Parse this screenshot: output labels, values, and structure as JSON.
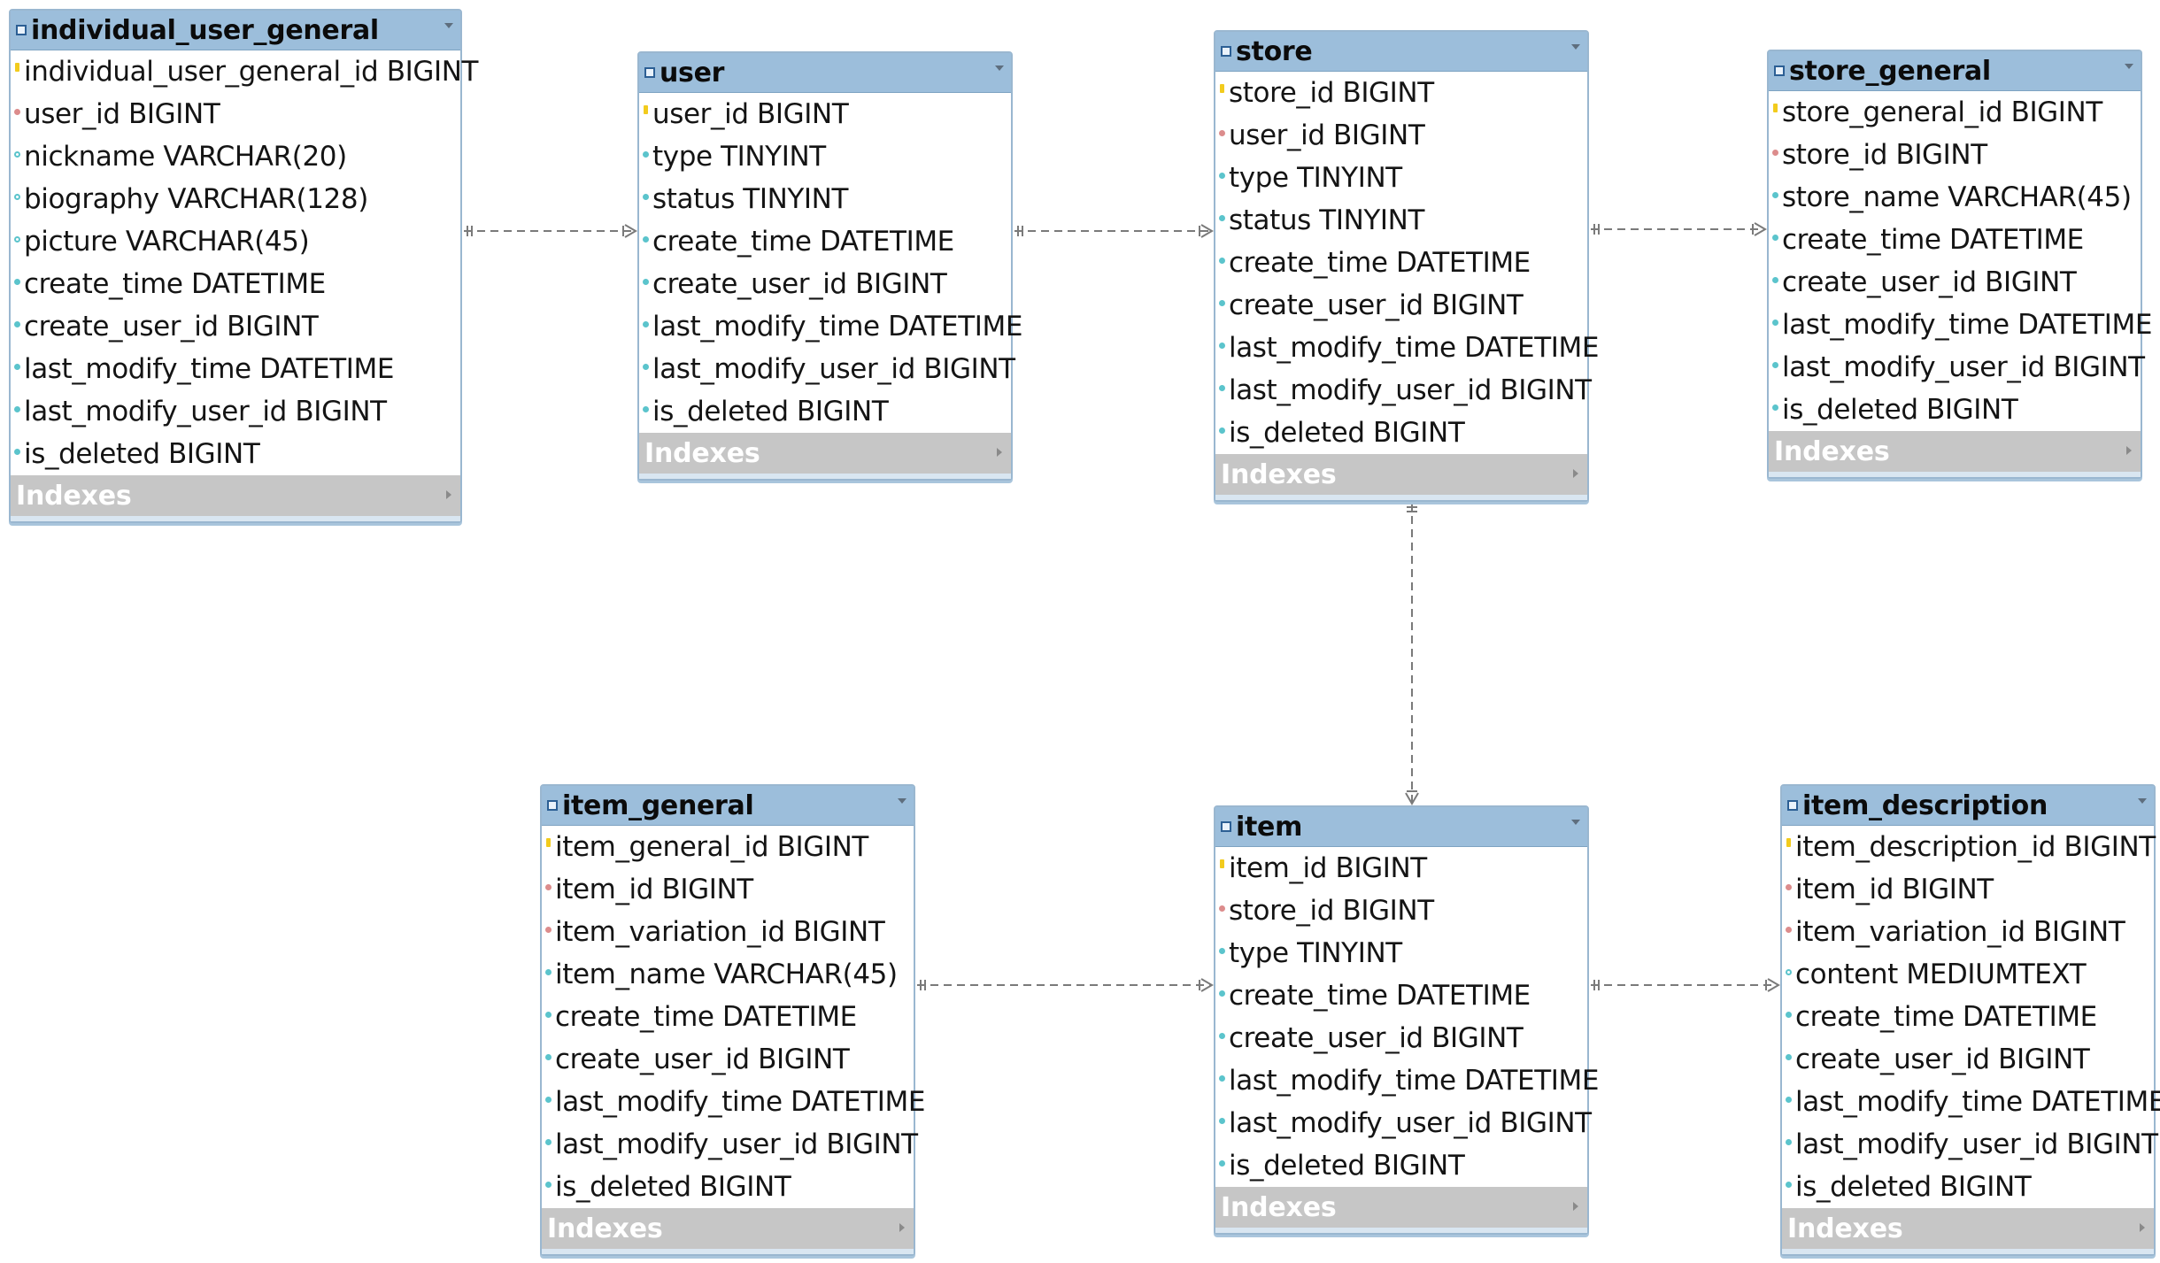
{
  "tables": [
    {
      "name": "individual_user_general",
      "indexes_label": "Indexes",
      "columns": [
        {
          "label": "individual_user_general_id BIGINT",
          "icon": "primary-key-icon"
        },
        {
          "label": "user_id BIGINT",
          "icon": "foreign-key-icon"
        },
        {
          "label": "nickname VARCHAR(20)",
          "icon": "nullable-column-icon"
        },
        {
          "label": "biography VARCHAR(128)",
          "icon": "nullable-column-icon"
        },
        {
          "label": "picture VARCHAR(45)",
          "icon": "nullable-column-icon"
        },
        {
          "label": "create_time DATETIME",
          "icon": "column-icon"
        },
        {
          "label": "create_user_id BIGINT",
          "icon": "column-icon"
        },
        {
          "label": "last_modify_time DATETIME",
          "icon": "column-icon"
        },
        {
          "label": "last_modify_user_id BIGINT",
          "icon": "column-icon"
        },
        {
          "label": "is_deleted BIGINT",
          "icon": "column-icon"
        }
      ]
    },
    {
      "name": "user",
      "indexes_label": "Indexes",
      "columns": [
        {
          "label": "user_id BIGINT",
          "icon": "primary-key-icon"
        },
        {
          "label": "type TINYINT",
          "icon": "column-icon"
        },
        {
          "label": "status TINYINT",
          "icon": "column-icon"
        },
        {
          "label": "create_time DATETIME",
          "icon": "column-icon"
        },
        {
          "label": "create_user_id BIGINT",
          "icon": "column-icon"
        },
        {
          "label": "last_modify_time DATETIME",
          "icon": "column-icon"
        },
        {
          "label": "last_modify_user_id BIGINT",
          "icon": "column-icon"
        },
        {
          "label": "is_deleted BIGINT",
          "icon": "column-icon"
        }
      ]
    },
    {
      "name": "store",
      "indexes_label": "Indexes",
      "columns": [
        {
          "label": "store_id BIGINT",
          "icon": "primary-key-icon"
        },
        {
          "label": "user_id BIGINT",
          "icon": "foreign-key-icon"
        },
        {
          "label": "type TINYINT",
          "icon": "column-icon"
        },
        {
          "label": "status TINYINT",
          "icon": "column-icon"
        },
        {
          "label": "create_time DATETIME",
          "icon": "column-icon"
        },
        {
          "label": "create_user_id BIGINT",
          "icon": "column-icon"
        },
        {
          "label": "last_modify_time DATETIME",
          "icon": "column-icon"
        },
        {
          "label": "last_modify_user_id BIGINT",
          "icon": "column-icon"
        },
        {
          "label": "is_deleted BIGINT",
          "icon": "column-icon"
        }
      ]
    },
    {
      "name": "store_general",
      "indexes_label": "Indexes",
      "columns": [
        {
          "label": "store_general_id BIGINT",
          "icon": "primary-key-icon"
        },
        {
          "label": "store_id BIGINT",
          "icon": "foreign-key-icon"
        },
        {
          "label": "store_name VARCHAR(45)",
          "icon": "column-icon"
        },
        {
          "label": "create_time DATETIME",
          "icon": "column-icon"
        },
        {
          "label": "create_user_id BIGINT",
          "icon": "column-icon"
        },
        {
          "label": "last_modify_time DATETIME",
          "icon": "column-icon"
        },
        {
          "label": "last_modify_user_id BIGINT",
          "icon": "column-icon"
        },
        {
          "label": "is_deleted BIGINT",
          "icon": "column-icon"
        }
      ]
    },
    {
      "name": "item_general",
      "indexes_label": "Indexes",
      "columns": [
        {
          "label": "item_general_id BIGINT",
          "icon": "primary-key-icon"
        },
        {
          "label": "item_id BIGINT",
          "icon": "foreign-key-icon"
        },
        {
          "label": "item_variation_id BIGINT",
          "icon": "foreign-key-icon"
        },
        {
          "label": "item_name VARCHAR(45)",
          "icon": "column-icon"
        },
        {
          "label": "create_time DATETIME",
          "icon": "column-icon"
        },
        {
          "label": "create_user_id BIGINT",
          "icon": "column-icon"
        },
        {
          "label": "last_modify_time DATETIME",
          "icon": "column-icon"
        },
        {
          "label": "last_modify_user_id BIGINT",
          "icon": "column-icon"
        },
        {
          "label": "is_deleted BIGINT",
          "icon": "column-icon"
        }
      ]
    },
    {
      "name": "item",
      "indexes_label": "Indexes",
      "columns": [
        {
          "label": "item_id BIGINT",
          "icon": "primary-key-icon"
        },
        {
          "label": "store_id BIGINT",
          "icon": "foreign-key-icon"
        },
        {
          "label": "type TINYINT",
          "icon": "column-icon"
        },
        {
          "label": "create_time DATETIME",
          "icon": "column-icon"
        },
        {
          "label": "create_user_id BIGINT",
          "icon": "column-icon"
        },
        {
          "label": "last_modify_time DATETIME",
          "icon": "column-icon"
        },
        {
          "label": "last_modify_user_id BIGINT",
          "icon": "column-icon"
        },
        {
          "label": "is_deleted BIGINT",
          "icon": "column-icon"
        }
      ]
    },
    {
      "name": "item_description",
      "indexes_label": "Indexes",
      "columns": [
        {
          "label": "item_description_id BIGINT",
          "icon": "primary-key-icon"
        },
        {
          "label": "item_id BIGINT",
          "icon": "foreign-key-icon"
        },
        {
          "label": "item_variation_id BIGINT",
          "icon": "foreign-key-icon"
        },
        {
          "label": "content MEDIUMTEXT",
          "icon": "nullable-column-icon"
        },
        {
          "label": "create_time DATETIME",
          "icon": "column-icon"
        },
        {
          "label": "create_user_id BIGINT",
          "icon": "column-icon"
        },
        {
          "label": "last_modify_time DATETIME",
          "icon": "column-icon"
        },
        {
          "label": "last_modify_user_id BIGINT",
          "icon": "column-icon"
        },
        {
          "label": "is_deleted BIGINT",
          "icon": "column-icon"
        }
      ]
    }
  ],
  "relationships": [
    {
      "from": "individual_user_general",
      "to": "user"
    },
    {
      "from": "user",
      "to": "store"
    },
    {
      "from": "store",
      "to": "store_general"
    },
    {
      "from": "store",
      "to": "item"
    },
    {
      "from": "item_general",
      "to": "item"
    },
    {
      "from": "item",
      "to": "item_description"
    }
  ],
  "colors": {
    "header": "#9cbedb",
    "indexes_bar": "#c6c6c6",
    "primary_key": "#f2cb1d",
    "foreign_key": "#dc8c8c",
    "column": "#5bc4cc",
    "connector": "#7a7a7a"
  }
}
